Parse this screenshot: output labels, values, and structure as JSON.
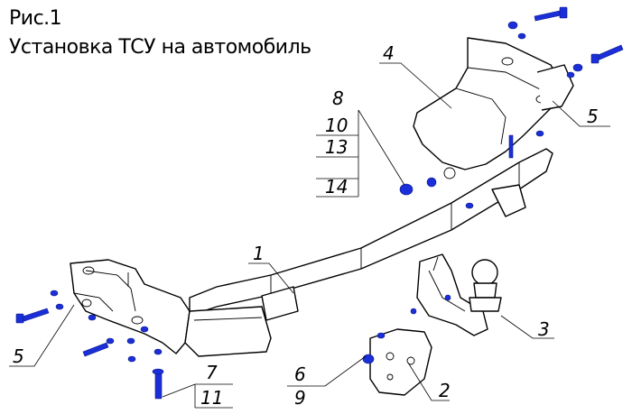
{
  "figure": {
    "title": "Рис.1",
    "subtitle": "Установка ТСУ на автомобиль"
  },
  "callouts": {
    "c1": "1",
    "c2": "2",
    "c3": "3",
    "c4": "4",
    "c5_right": "5",
    "c5_left": "5",
    "c6": "6",
    "c7": "7",
    "c8": "8",
    "c9": "9",
    "c10": "10",
    "c11": "11",
    "c13": "13",
    "c14": "14"
  },
  "colors": {
    "fastener": "#1a2fd8",
    "outline": "#000000"
  }
}
